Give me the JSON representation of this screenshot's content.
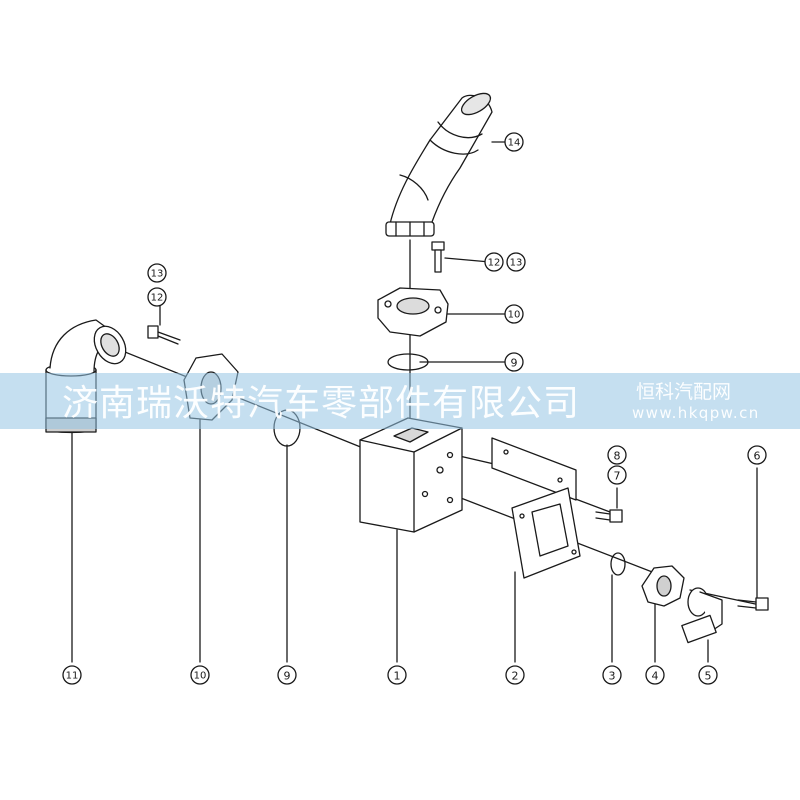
{
  "watermark": {
    "company": "济南瑞沃特汽车零部件有限公司",
    "site_name": "恒科汽配网",
    "site_url": "www.hkqpw.cn"
  },
  "callouts": [
    {
      "id": "c1",
      "label": "1"
    },
    {
      "id": "c2",
      "label": "2"
    },
    {
      "id": "c3",
      "label": "3"
    },
    {
      "id": "c4",
      "label": "4"
    },
    {
      "id": "c5",
      "label": "5"
    },
    {
      "id": "c6",
      "label": "6"
    },
    {
      "id": "c7",
      "label": "7"
    },
    {
      "id": "c8",
      "label": "8"
    },
    {
      "id": "c9a",
      "label": "9"
    },
    {
      "id": "c9b",
      "label": "9"
    },
    {
      "id": "c10a",
      "label": "10"
    },
    {
      "id": "c10b",
      "label": "10"
    },
    {
      "id": "c11",
      "label": "11"
    },
    {
      "id": "c12a",
      "label": "12"
    },
    {
      "id": "c13a",
      "label": "13"
    },
    {
      "id": "c12b",
      "label": "12"
    },
    {
      "id": "c13b",
      "label": "13"
    },
    {
      "id": "c14",
      "label": "14"
    }
  ],
  "colors": {
    "line": "#1a1a1a",
    "part_fill": "#ffffff",
    "shade": "#c8c8c8",
    "watermark_band": "#96c4e4"
  }
}
